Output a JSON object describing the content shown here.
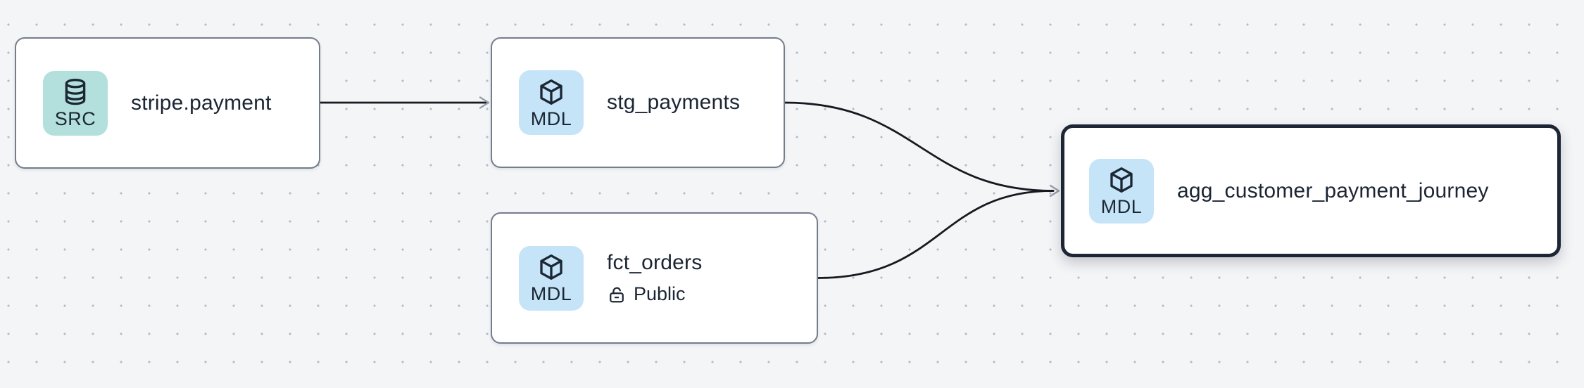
{
  "canvas": {
    "background_color": "#f4f5f7",
    "dot_color": "#b7bbc5",
    "edge_color": "#16191f",
    "arrowhead_color": "#969ea9",
    "node_border_color": "#747d8c",
    "selected_border_color": "#1d2634",
    "text_color": "#1b2533",
    "src_badge_color": "#b3dfdc",
    "mdl_badge_color": "#c5e4f8"
  },
  "nodes": [
    {
      "id": "stripe-payment",
      "label": "stripe.payment",
      "badge": "SRC",
      "kind": "source",
      "icon": "database-icon",
      "selected": false
    },
    {
      "id": "stg-payments",
      "label": "stg_payments",
      "badge": "MDL",
      "kind": "model",
      "icon": "cube-icon",
      "selected": false
    },
    {
      "id": "fct-orders",
      "label": "fct_orders",
      "badge": "MDL",
      "kind": "model",
      "icon": "cube-icon",
      "access": "Public",
      "access_icon": "lock-open-icon",
      "selected": false
    },
    {
      "id": "agg-customer-payment-journey",
      "label": "agg_customer_payment_journey",
      "badge": "MDL",
      "kind": "model",
      "icon": "cube-icon",
      "selected": true
    }
  ],
  "edges": [
    {
      "from": "stripe-payment",
      "to": "stg-payments"
    },
    {
      "from": "stg-payments",
      "to": "agg-customer-payment-journey"
    },
    {
      "from": "fct-orders",
      "to": "agg-customer-payment-journey"
    }
  ]
}
